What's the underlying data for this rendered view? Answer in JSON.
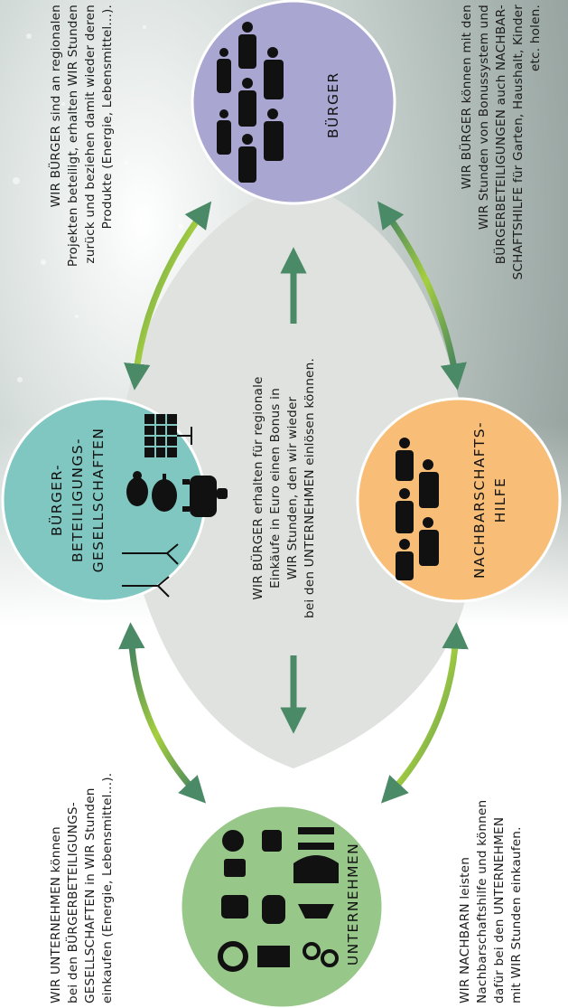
{
  "colors": {
    "buerger": "#a9a6d2",
    "gesellschaften": "#7fc7c0",
    "nachbarschaftshilfe": "#f8be78",
    "unternehmen": "#98c78a",
    "center": "#dfe2df",
    "arrow": "#4a8a66",
    "arrow_light": "#a6cf3e"
  },
  "nodes": {
    "buerger": {
      "label": [
        "BÜRGER"
      ],
      "icon": "people-group-icon"
    },
    "gesellschaften": {
      "label": [
        "BÜRGER-",
        "BETEILIGUNGS-",
        "GESELLSCHAFTEN"
      ],
      "icon": "energy-farm-icons"
    },
    "nachbarschaftshilfe": {
      "label": [
        "NACHBARSCHAFTS-",
        "HILFE"
      ],
      "icon": "people-group-icon"
    },
    "unternehmen": {
      "label": [
        "UNTERNEHMEN"
      ],
      "icon": "business-icons"
    }
  },
  "texts": {
    "center": [
      "WIR BÜRGER erhalten für regionale",
      "Einkäufe in Euro einen Bonus in",
      "WIR Stunden, den wir wieder",
      "bei den UNTERNEHMEN einlösen können."
    ],
    "top_left": [
      "WIR BÜRGER sind an regionalen",
      "Projekten beteiligt, erhalten WIR Stunden",
      "zurück und beziehen damit wieder deren",
      "Produkte (Energie, Lebensmittel...)."
    ],
    "top_right": [
      "WIR BÜRGER können mit den",
      "WIR Stunden von Bonussystem und",
      "BÜRGERBETEILIGUNGEN auch NACHBAR-",
      "SCHAFTSHILFE für Garten, Haushalt, Kinder",
      "etc. holen."
    ],
    "bottom_left": [
      "WIR UNTERNEHMEN können",
      "bei den BÜRGERBETEILIGUNGS-",
      "GESELLSCHAFTEN in WIR Stunden",
      "einkaufen (Energie, Lebensmittel...)."
    ],
    "bottom_right": [
      "WIR NACHBARN leisten",
      "Nachbarschaftshilfe und können",
      "dafür bei den UNTERNEHMEN",
      "mit WIR Stunden einkaufen."
    ]
  }
}
